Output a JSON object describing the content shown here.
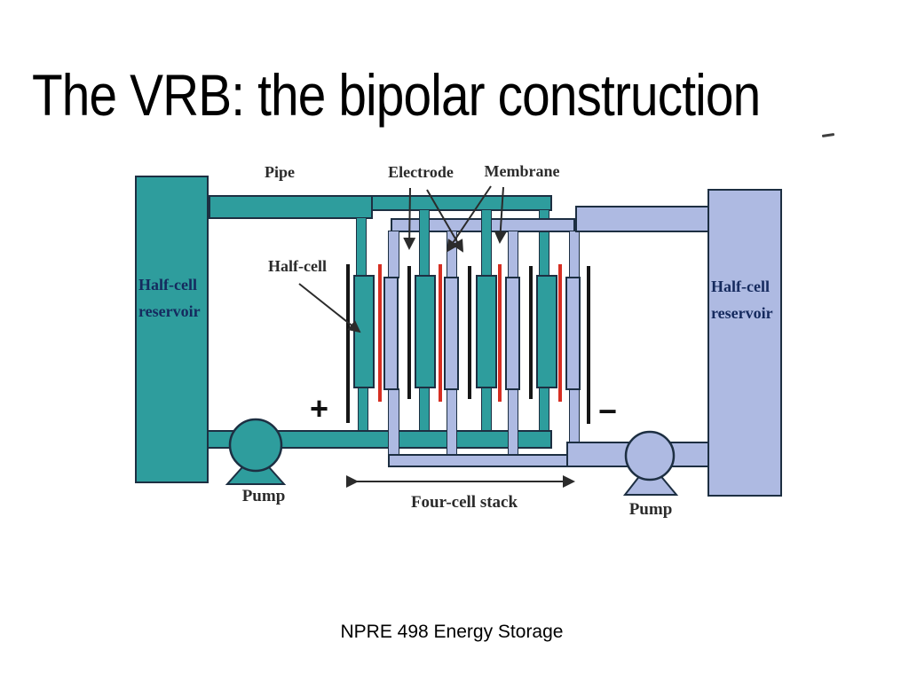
{
  "slide": {
    "title": "The VRB: the bipolar construction",
    "footer": "NPRE 498 Energy Storage"
  },
  "diagram": {
    "labels": {
      "pipe": "Pipe",
      "electrode": "Electrode",
      "membrane": "Membrane",
      "half_cell": "Half-cell",
      "left_reservoir_line1": "Half-cell",
      "left_reservoir_line2": "reservoir",
      "right_reservoir_line1": "Half-cell",
      "right_reservoir_line2": "reservoir",
      "pump_left": "Pump",
      "pump_right": "Pump",
      "stack": "Four-cell stack",
      "positive_terminal": "+",
      "negative_terminal": "−"
    },
    "colors": {
      "catholyte_teal": "#2E9D9D",
      "anolyte_lavender": "#AEBAE2",
      "membrane_red": "#D62E22",
      "electrode_black": "#161616",
      "outline": "#1D2F42",
      "reservoir_text": "#152A5E",
      "label_text": "#2B2B2B"
    }
  }
}
